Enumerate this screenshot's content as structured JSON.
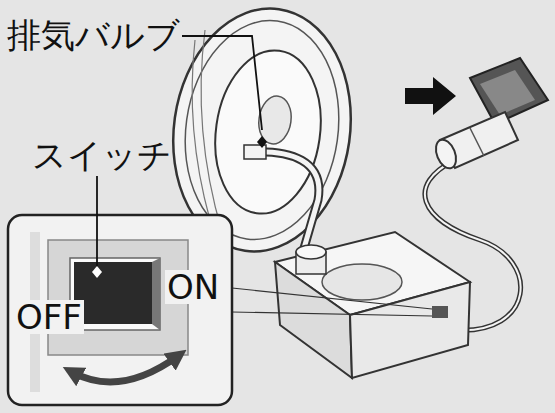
{
  "diagram": {
    "labels": [
      "排気バルブ",
      "スイッチ",
      "OFF",
      "ON"
    ]
  }
}
